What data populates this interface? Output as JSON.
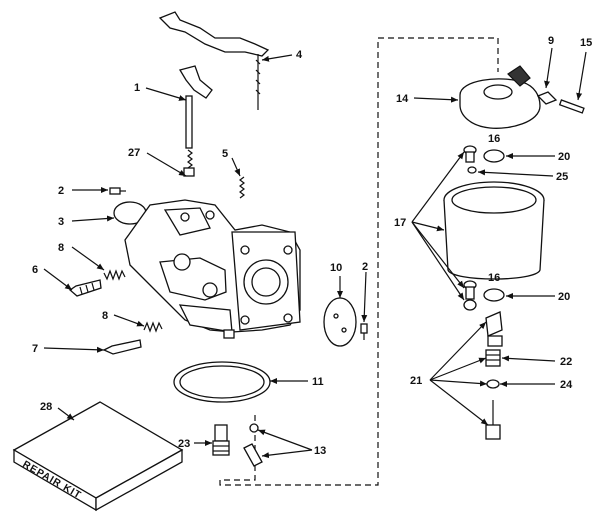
{
  "diagram": {
    "callouts": {
      "c1": "1",
      "c2a": "2",
      "c2b": "2",
      "c3": "3",
      "c4": "4",
      "c5": "5",
      "c6": "6",
      "c7": "7",
      "c8a": "8",
      "c8b": "8",
      "c9": "9",
      "c10": "10",
      "c11": "11",
      "c13": "13",
      "c14": "14",
      "c15": "15",
      "c16a": "16",
      "c16b": "16",
      "c17": "17",
      "c20a": "20",
      "c20b": "20",
      "c21": "21",
      "c22": "22",
      "c23": "23",
      "c24": "24",
      "c25": "25",
      "c27": "27",
      "c28": "28"
    },
    "repair_kit_label": "REPAIR KIT"
  }
}
